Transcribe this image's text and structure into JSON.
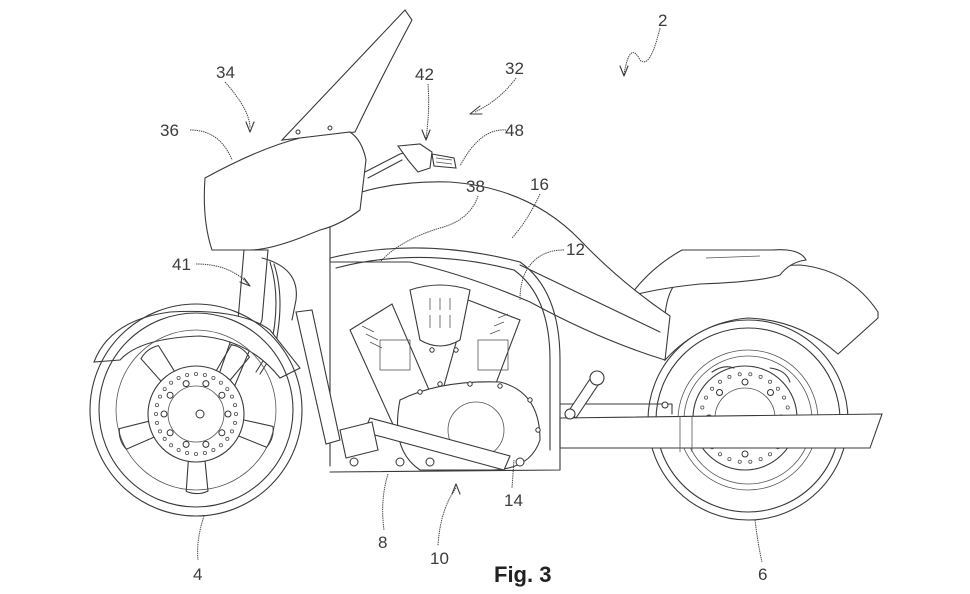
{
  "figure": {
    "caption": "Fig. 3",
    "subject": "motorcycle side elevation (patent drawing)"
  },
  "reference_numerals": {
    "r2": "2",
    "r4": "4",
    "r6": "6",
    "r8": "8",
    "r10": "10",
    "r12": "12",
    "r14": "14",
    "r16": "16",
    "r32": "32",
    "r34": "34",
    "r36": "36",
    "r38": "38",
    "r41": "41",
    "r42": "42",
    "r48": "48"
  },
  "colors": {
    "line": "#3a3a3a",
    "background": "#ffffff"
  }
}
